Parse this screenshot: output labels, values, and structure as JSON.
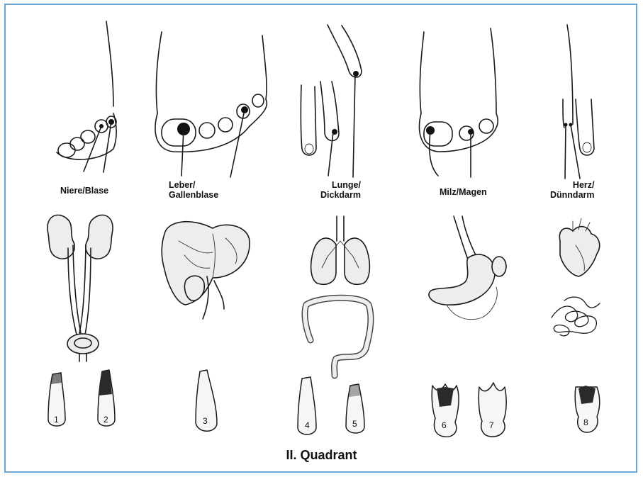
{
  "frame": {
    "border_color": "#6aa6d6"
  },
  "meridians": [
    {
      "label": "Niere/Blase",
      "limb": "foot",
      "organs": [
        "kidney-bladder"
      ]
    },
    {
      "label": "Leber/\nGallenblase",
      "limb": "foot",
      "organs": [
        "liver-gallbladder"
      ]
    },
    {
      "label": "Lunge/\nDickdarm",
      "limb": "hand",
      "organs": [
        "lungs",
        "large-intestine"
      ]
    },
    {
      "label": "Milz/Magen",
      "limb": "foot",
      "organs": [
        "spleen-stomach"
      ]
    },
    {
      "label": "Herz/\nDünndarm",
      "limb": "hand",
      "organs": [
        "heart",
        "small-intestine"
      ]
    }
  ],
  "teeth": [
    {
      "number": "1"
    },
    {
      "number": "2"
    },
    {
      "number": "3"
    },
    {
      "number": "4"
    },
    {
      "number": "5"
    },
    {
      "number": "6"
    },
    {
      "number": "7"
    },
    {
      "number": "8"
    }
  ],
  "title": "II. Quadrant"
}
